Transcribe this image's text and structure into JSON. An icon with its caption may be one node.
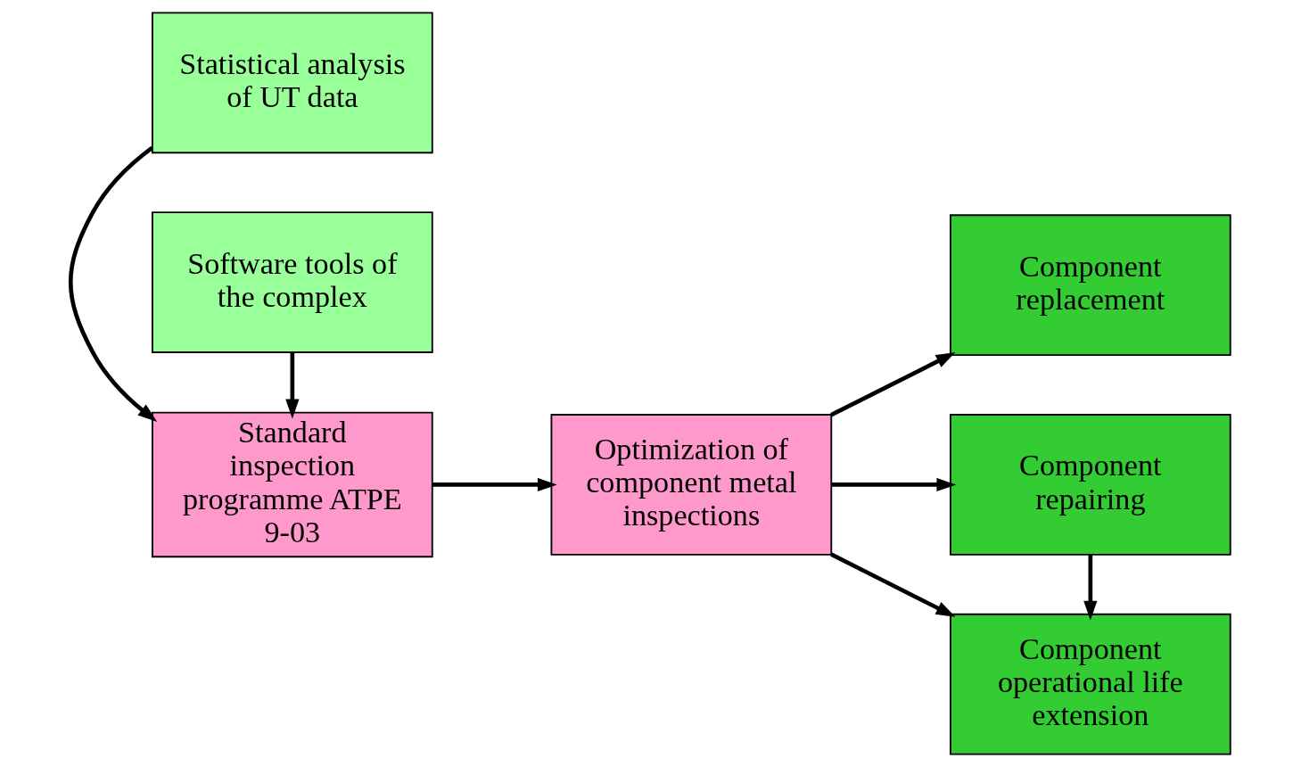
{
  "diagram": {
    "nodes": [
      {
        "text": [
          "Statistical analysis of UT data"
        ]
      },
      {
        "text": [
          "Standard inspection programme ATPE 9-03"
        ]
      },
      {
        "text": [
          "Software tools of the complex"
        ]
      },
      {
        "text": [
          "Optimization of component metal inspections"
        ]
      },
      {
        "text": [
          "Component replacement"
        ]
      },
      {
        "text": [
          "Component repairing"
        ]
      },
      {
        "text": [
          "Component operational life extension"
        ]
      }
    ],
    "edges": [
      {
        "from": 0,
        "to": 1,
        "arrow": "to"
      },
      {
        "from": 2,
        "to": 1,
        "arrow": "to"
      },
      {
        "from": 1,
        "to": 3,
        "arrow": "to"
      },
      {
        "from": 3,
        "to": 4,
        "arrow": "to"
      },
      {
        "from": 3,
        "to": 5,
        "arrow": "to"
      },
      {
        "from": 3,
        "to": 6,
        "arrow": "to"
      },
      {
        "from": 5,
        "to": 6,
        "arrow": "to"
      }
    ]
  }
}
